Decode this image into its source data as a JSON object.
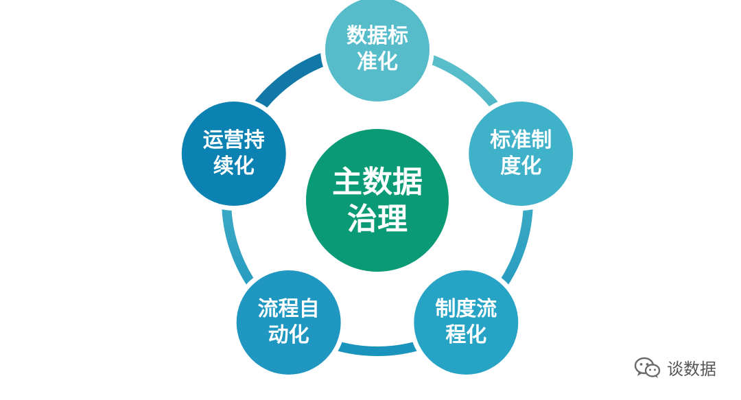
{
  "center": {
    "lines": [
      "主数据",
      "治理"
    ],
    "color": "#0b9a76"
  },
  "nodes": [
    {
      "lines": [
        "数据标",
        "准化"
      ],
      "color": "#56bcc9"
    },
    {
      "lines": [
        "标准制",
        "度化"
      ],
      "color": "#3fb1c8"
    },
    {
      "lines": [
        "制度流",
        "程化"
      ],
      "color": "#27a4c5"
    },
    {
      "lines": [
        "流程自",
        "动化"
      ],
      "color": "#1f97c1"
    },
    {
      "lines": [
        "运营持",
        "续化"
      ],
      "color": "#0c82b2"
    }
  ],
  "ring_colors": [
    "#5cc0cb",
    "#1a93bd"
  ],
  "arrow_color": "#1178a7",
  "watermark": {
    "icon": "wechat-icon",
    "text": "谈数据"
  }
}
